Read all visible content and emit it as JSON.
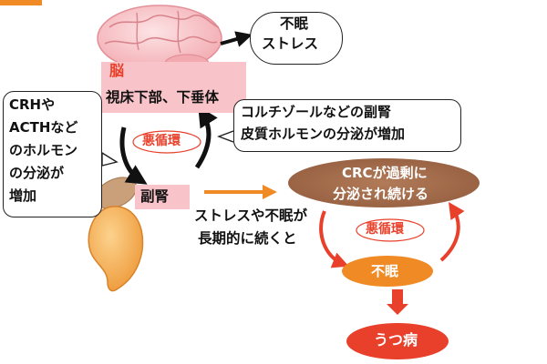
{
  "brain_label": "脳",
  "hypothalamus_pituitary": "視床下部、下垂体",
  "adrenal": "副腎",
  "vicious_cycle_1": "悪循環",
  "vicious_cycle_2": "悪循環",
  "trigger_bubble": [
    "不眠",
    "ストレス"
  ],
  "crh_bubble": [
    "CRHや",
    "ACTHなど",
    "のホルモン",
    "の分泌が",
    "増加"
  ],
  "cortisol_bubble": [
    "コルチゾールなどの副腎",
    "皮質ホルモンの分泌が増加"
  ],
  "prolonged_text": [
    "ストレスや不眠が",
    "長期的に続くと"
  ],
  "crc_excess": [
    "CRCが過剰に",
    "分泌され続ける"
  ],
  "insomnia": "不眠",
  "depression": "うつ病",
  "colors": {
    "pink_label": "#f9c4c9",
    "brown_ellipse": "#a06a4a",
    "orange": "#f08a24",
    "red": "#e8402a",
    "brain": "#f4b8bc",
    "adrenal": "#f2a24c"
  }
}
